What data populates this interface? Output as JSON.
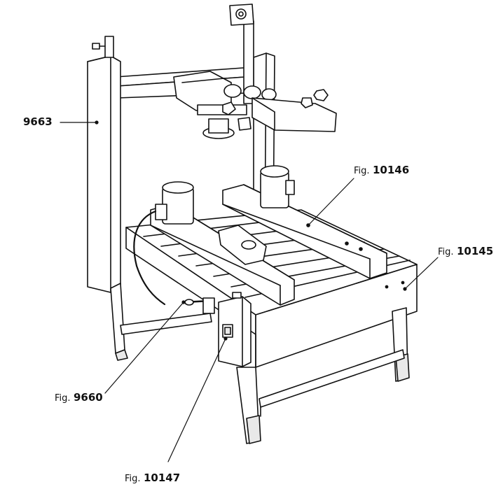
{
  "callouts": {
    "c9663": {
      "prefix": "",
      "number": "9663"
    },
    "c10146": {
      "prefix": "Fig.",
      "number": "10146"
    },
    "c10145": {
      "prefix": "Fig.",
      "number": "10145"
    },
    "c9660": {
      "prefix": "Fig.",
      "number": "9660"
    },
    "c10147": {
      "prefix": "Fig.",
      "number": "10147"
    }
  },
  "colors": {
    "ink": "#111111",
    "fill": "#ffffff",
    "shade": "#e9e9e9"
  }
}
